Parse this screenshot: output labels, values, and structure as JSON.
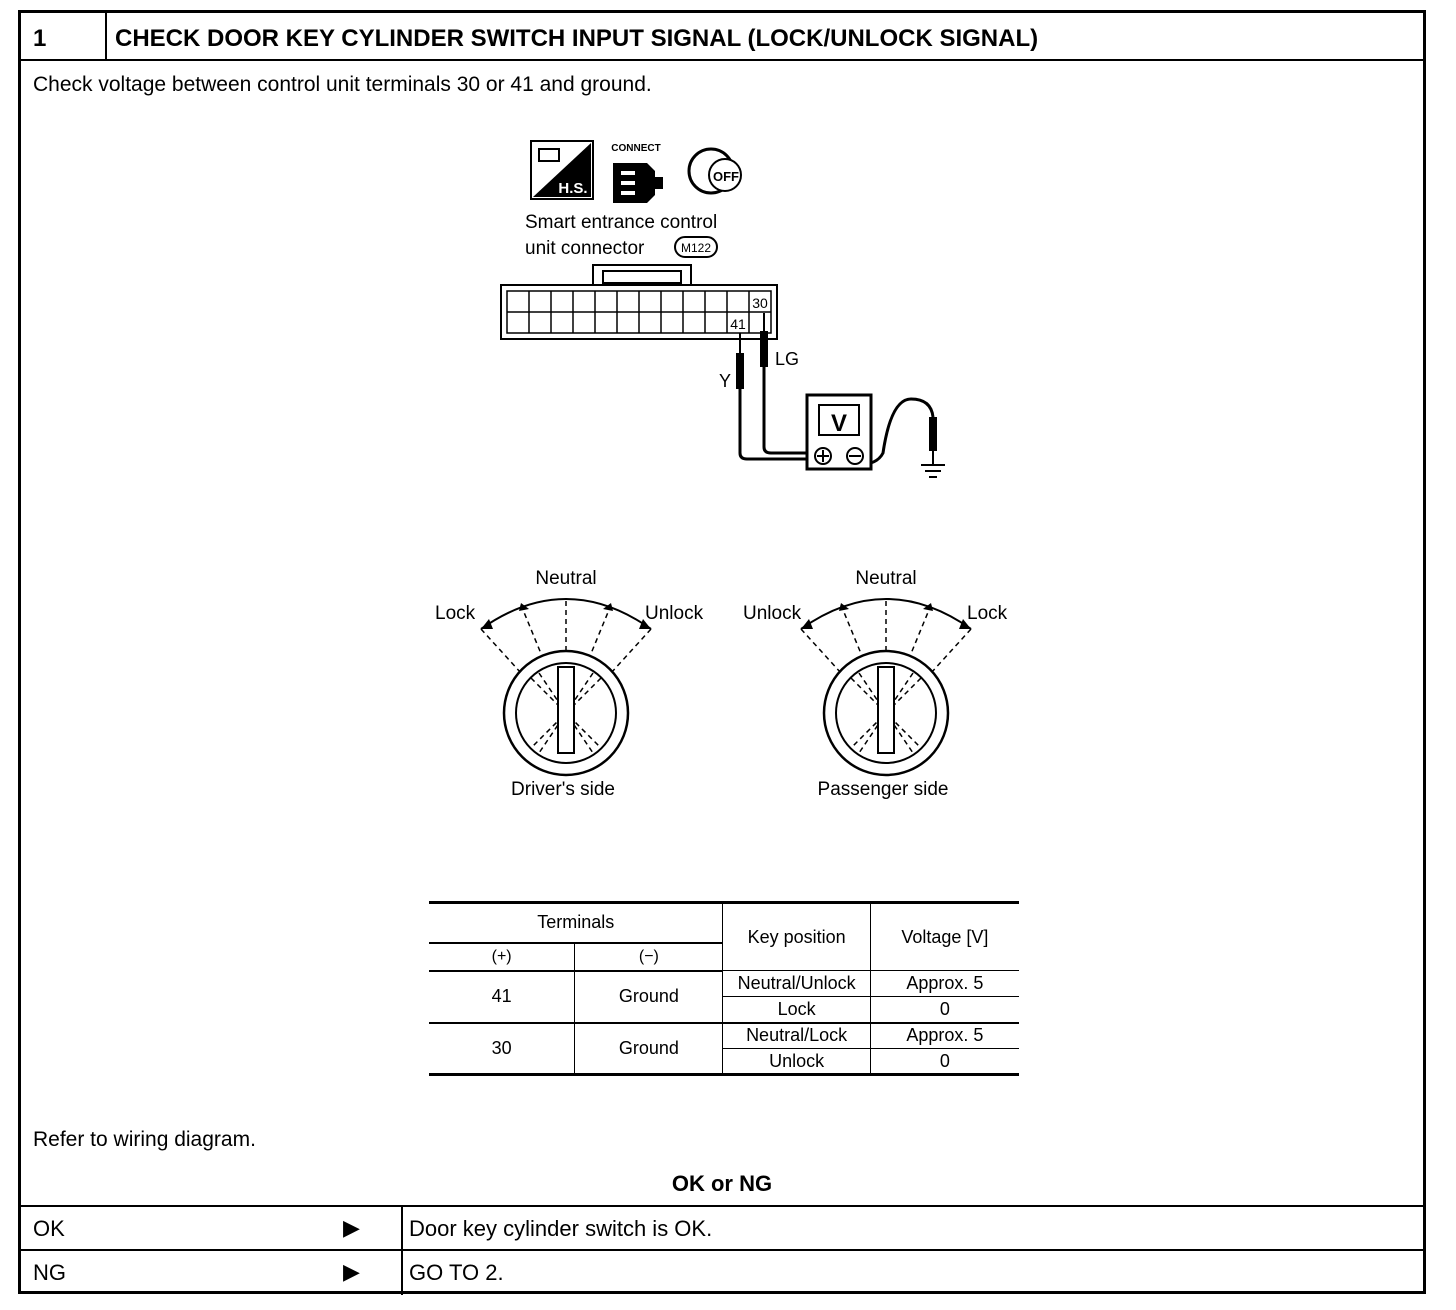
{
  "header": {
    "number": "1",
    "title": "CHECK DOOR KEY CYLINDER SWITCH INPUT SIGNAL (LOCK/UNLOCK SIGNAL)"
  },
  "instruction": "Check voltage between control unit terminals 30 or 41 and ground.",
  "diagram": {
    "icons": {
      "hs_label": "H.S.",
      "connect_label": "CONNECT",
      "off_label": "OFF"
    },
    "connector_caption_line1": "Smart  entrance  control",
    "connector_caption_line2": "unit  connector",
    "connector_id": "M122",
    "pin_upper": "30",
    "pin_lower": "41",
    "wire_left": "Y",
    "wire_right": "LG",
    "meter_label": "V",
    "driver": {
      "left": "Lock",
      "center": "Neutral",
      "right": "Unlock",
      "caption": "Driver's  side"
    },
    "passenger": {
      "left": "Unlock",
      "center": "Neutral",
      "right": "Lock",
      "caption": "Passenger  side"
    }
  },
  "table": {
    "col_terminals": "Terminals",
    "col_plus": "(+)",
    "col_minus": "(−)",
    "col_key": "Key position",
    "col_voltage": "Voltage [V]",
    "rows": [
      {
        "plus": "41",
        "minus": "Ground",
        "sub": [
          {
            "key": "Neutral/Unlock",
            "voltage": "Approx. 5"
          },
          {
            "key": "Lock",
            "voltage": "0"
          }
        ]
      },
      {
        "plus": "30",
        "minus": "Ground",
        "sub": [
          {
            "key": "Neutral/Lock",
            "voltage": "Approx. 5"
          },
          {
            "key": "Unlock",
            "voltage": "0"
          }
        ]
      }
    ]
  },
  "refer": "Refer to wiring diagram.",
  "ok_or_ng": "OK or NG",
  "results": [
    {
      "key": "OK",
      "value": "Door key cylinder switch is OK."
    },
    {
      "key": "NG",
      "value": "GO TO 2."
    }
  ]
}
